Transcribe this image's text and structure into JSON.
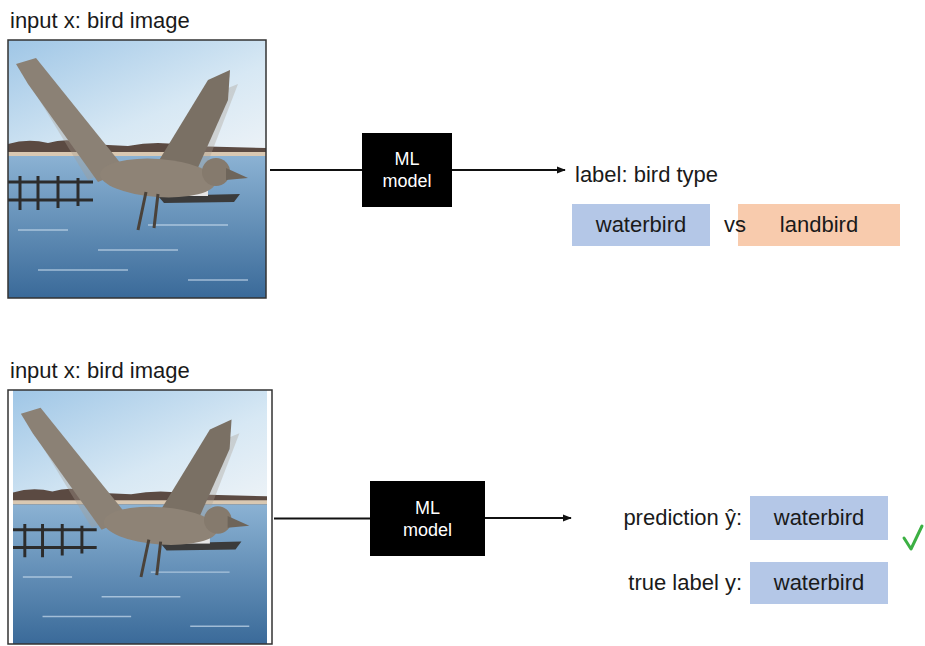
{
  "diagram": {
    "nodes": [
      {
        "text": [
          "input x: bird image"
        ]
      },
      {
        "text": [
          "ML model"
        ]
      },
      {
        "text": [
          "waterbird"
        ]
      },
      {
        "text": [
          "landbird"
        ]
      },
      {
        "text": [
          "input x: bird image"
        ]
      },
      {
        "text": [
          "ML model"
        ]
      },
      {
        "text": [
          "waterbird"
        ]
      },
      {
        "text": [
          "waterbird"
        ]
      }
    ],
    "edges": [
      {
        "from": 0,
        "to": 1,
        "arrow": "none"
      },
      {
        "from": 4,
        "to": 5,
        "arrow": "none"
      }
    ],
    "labels": [
      "label: bird type",
      "vs",
      "prediction ŷ:",
      "true label y:"
    ]
  }
}
